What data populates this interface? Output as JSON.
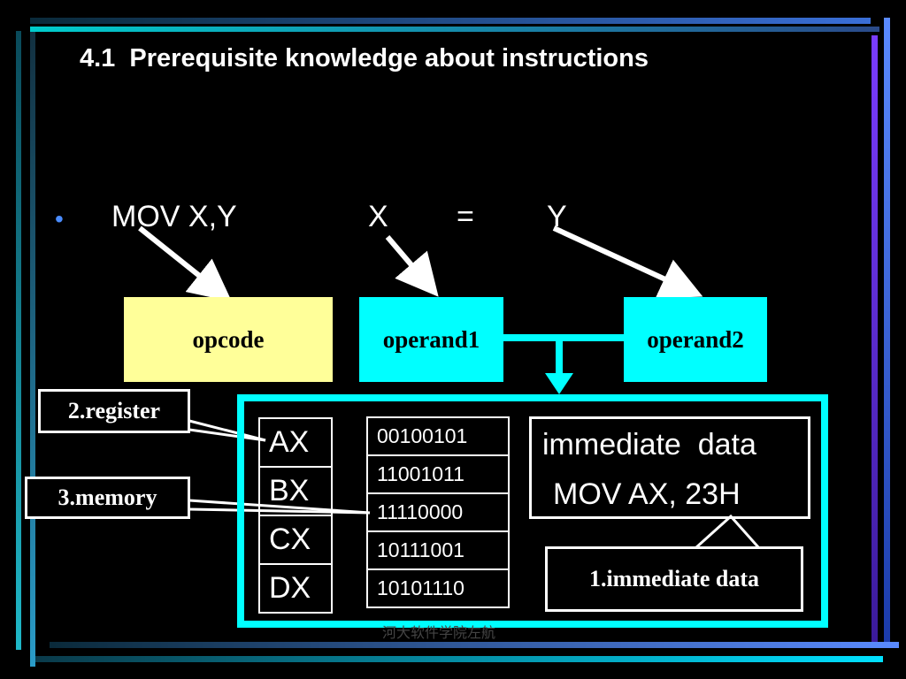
{
  "slide": {
    "title": "4.1  Prerequisite knowledge about instructions",
    "bullet": "•",
    "instruction": "MOV X,Y",
    "x_label": "X",
    "equals_label": "=",
    "y_label": "Y"
  },
  "fields": {
    "opcode": "opcode",
    "operand1": "operand1",
    "operand2": "operand2"
  },
  "registers": [
    "AX",
    "BX",
    "CX",
    "DX"
  ],
  "memory": [
    "00100101",
    "11001011",
    "11110000",
    "10111001",
    "10101110"
  ],
  "immediate": {
    "line1": "immediate  data",
    "line2": "MOV AX, 23H"
  },
  "labels": {
    "register": "2.register",
    "memory": "3.memory",
    "immediate": "1.immediate data"
  },
  "watermark": "河大软件学院左航",
  "colors": {
    "opcode_fill": "#ffff99",
    "operand_fill": "#00ffff",
    "frame": "#00ffff",
    "accent_blue": "#4a8cff"
  }
}
